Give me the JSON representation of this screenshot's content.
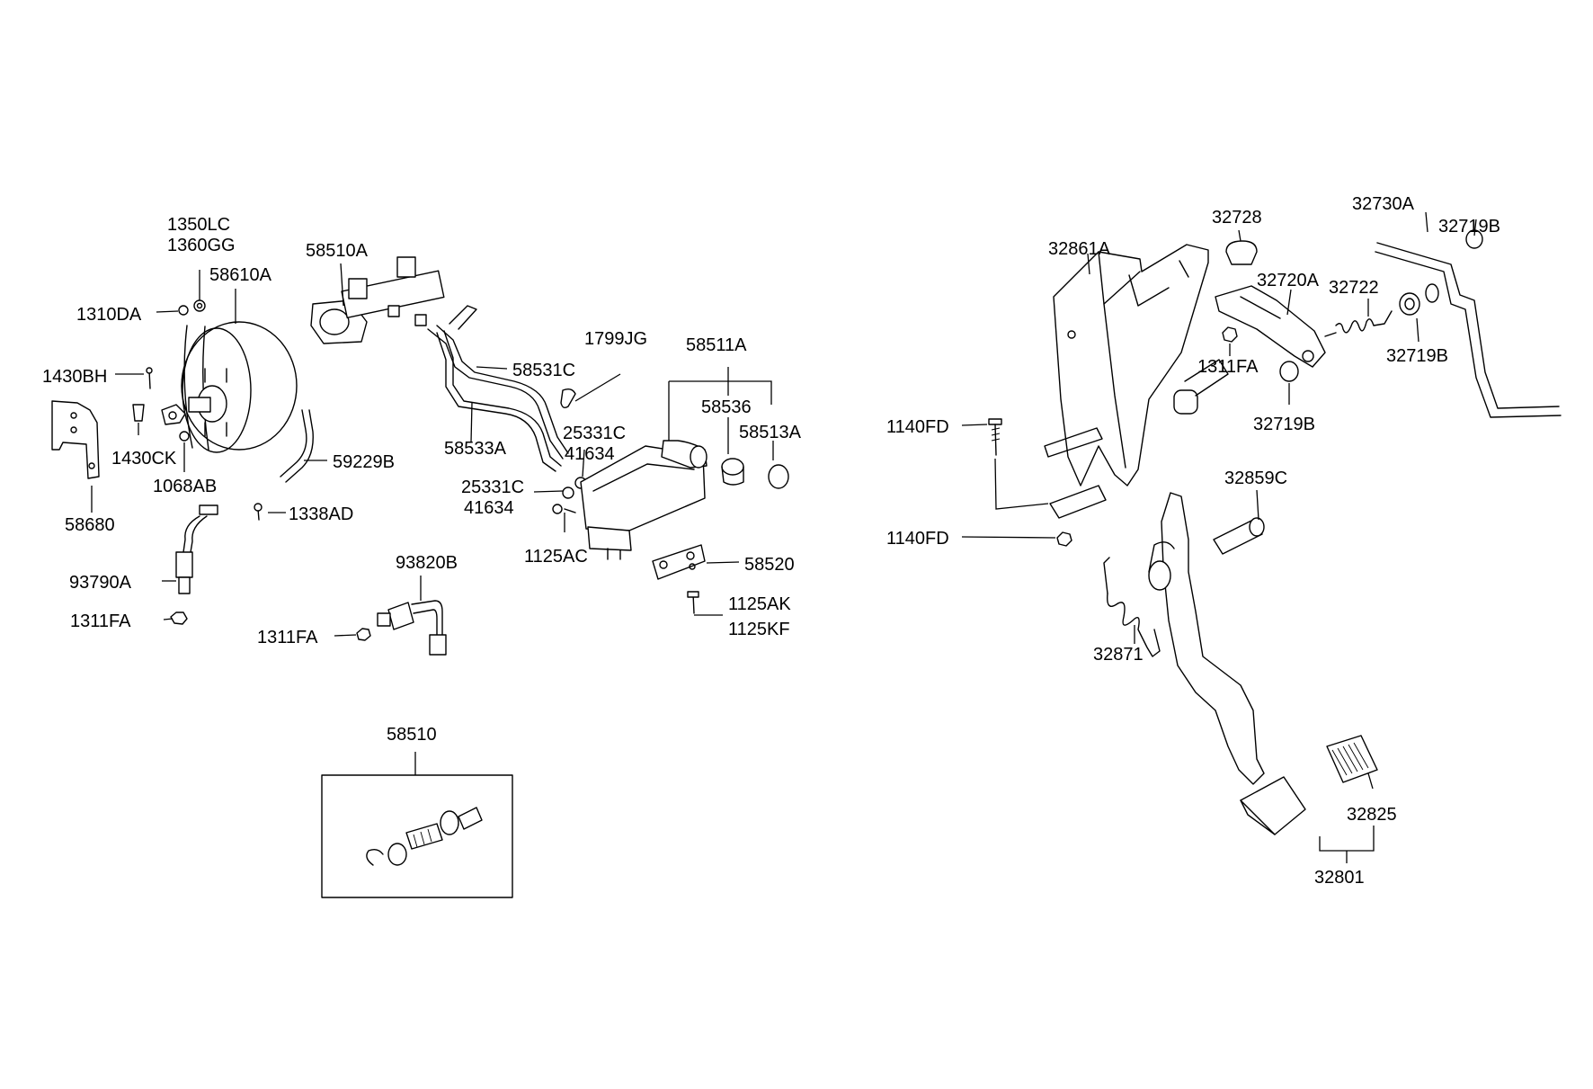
{
  "labels": {
    "l_1350LC": "1350LC",
    "l_1360GG": "1360GG",
    "l_58610A": "58610A",
    "l_1310DA": "1310DA",
    "l_1430BH": "1430BH",
    "l_1430CK": "1430CK",
    "l_1068AB": "1068AB",
    "l_58680": "58680",
    "l_59229B": "59229B",
    "l_1338AD": "1338AD",
    "l_93790A": "93790A",
    "l_1311FA_a": "1311FA",
    "l_93820B": "93820B",
    "l_1311FA_b": "1311FA",
    "l_58510A": "58510A",
    "l_58531C": "58531C",
    "l_58533A": "58533A",
    "l_1799JG": "1799JG",
    "l_25331C_a": "25331C",
    "l_41634_a": "41634",
    "l_25331C_b": "25331C",
    "l_41634_b": "41634",
    "l_1125AC": "1125AC",
    "l_58511A": "58511A",
    "l_58536": "58536",
    "l_58513A": "58513A",
    "l_58520": "58520",
    "l_1125AK": "1125AK",
    "l_1125KF": "1125KF",
    "l_58510": "58510",
    "l_32861A": "32861A",
    "l_32728": "32728",
    "l_32730A": "32730A",
    "l_32719B_a": "32719B",
    "l_32720A": "32720A",
    "l_32722": "32722",
    "l_32719B_b": "32719B",
    "l_1311FA_c": "1311FA",
    "l_32719B_c": "32719B",
    "l_1140FD_a": "1140FD",
    "l_1140FD_b": "1140FD",
    "l_32859C": "32859C",
    "l_32871": "32871",
    "l_32825": "32825",
    "l_32801": "32801"
  }
}
